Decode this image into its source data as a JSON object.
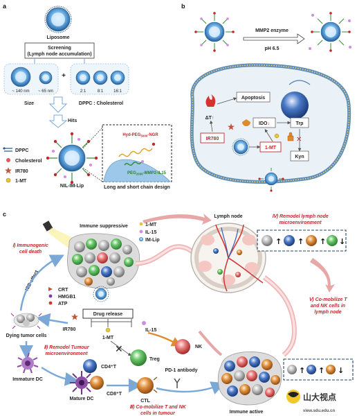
{
  "panel_a": {
    "letter": "a",
    "liposome": "Liposome",
    "screening_line1": "Screening",
    "screening_line2": "(Lymph node accumulation)",
    "size_140": "~ 140 nm",
    "size_65": "~ 65 nm",
    "plus": "+",
    "ratio_2": "2:1",
    "ratio_8": "8:1",
    "ratio_16": "16:1",
    "size_label": "Size",
    "dppc_chol_label": "DPPC : Cholesterol",
    "hits": "Hits",
    "legend_dppc": "DPPC",
    "legend_chol": "Cholesterol",
    "legend_ir780": "IR780",
    "legend_1mt": "1-MT",
    "product": "NIL-IM-Lip",
    "chain_long": "Hyd-PEG",
    "chain_long_sub": "5000",
    "chain_long_end": "-NGR",
    "chain_short": "PEG",
    "chain_short_sub": "2000",
    "chain_short_end": "-MMP2-IL15",
    "chain_design": "Long and short chain design"
  },
  "panel_b": {
    "letter": "b",
    "enzyme": "MMP2 enzyme",
    "ph": "pH 6.5",
    "apoptosis": "Apoptosis",
    "delta_t": "ΔT",
    "ido": "IDO",
    "trp": "Trp",
    "ir780": "IR780",
    "one_mt": "1-MT",
    "kyn": "Kyn"
  },
  "panel_c": {
    "letter": "c",
    "immune_suppressive": "Immune suppressive",
    "legend_1mt": "1-MT",
    "legend_il15": "IL-15",
    "legend_imlip": "IM-Lip",
    "lymph_node": "Lymph node",
    "step4_line1": "Ⅳ) Remodel  lymph node",
    "step4_line2": "microenvironment",
    "step1_line1": "Ⅰ) Immunogenic",
    "step1_line2": "cell death",
    "icd_effect": "ICD effect",
    "crt": "CRT",
    "hmgb1": "HMGB1",
    "atp": "ATP",
    "drug_release": "Drug release",
    "ir780": "IR780",
    "one_mt": "1-MT",
    "il15": "IL-15",
    "step5_line1": "Ⅴ) Co-mobilize T",
    "step5_line2": "and NK cells in",
    "step5_line3": "lymph node",
    "dying_tumor": "Dying tumor cells",
    "step2_line1": "Ⅱ) Remodel Tumour",
    "step2_line2": "microenvironment",
    "treg": "Treg",
    "nk": "NK",
    "cd4": "CD4⁺T",
    "cd8": "CD8⁺T",
    "pd1": "PD-1 antibody",
    "immature_dc": "Immature DC",
    "mature_dc": "Mature DC",
    "ctl": "CTL",
    "step3_line1": "Ⅲ) Co-mobilize T and NK",
    "step3_line2": "cells in tumour",
    "immune_active": "Immune active",
    "watermark": "山大视点",
    "watermark_url": "view.sdu.edu.cn"
  },
  "colors": {
    "liposome_core": "#3a7fc2",
    "liposome_shell": "#8fc3ea",
    "arrow_blue": "#7aa9d8",
    "arrow_pink": "#d98b8b",
    "title_red": "#c0282d",
    "cell_green": "#4aa84a",
    "cell_orange": "#d0762a",
    "cell_blue": "#2f5fa8"
  }
}
